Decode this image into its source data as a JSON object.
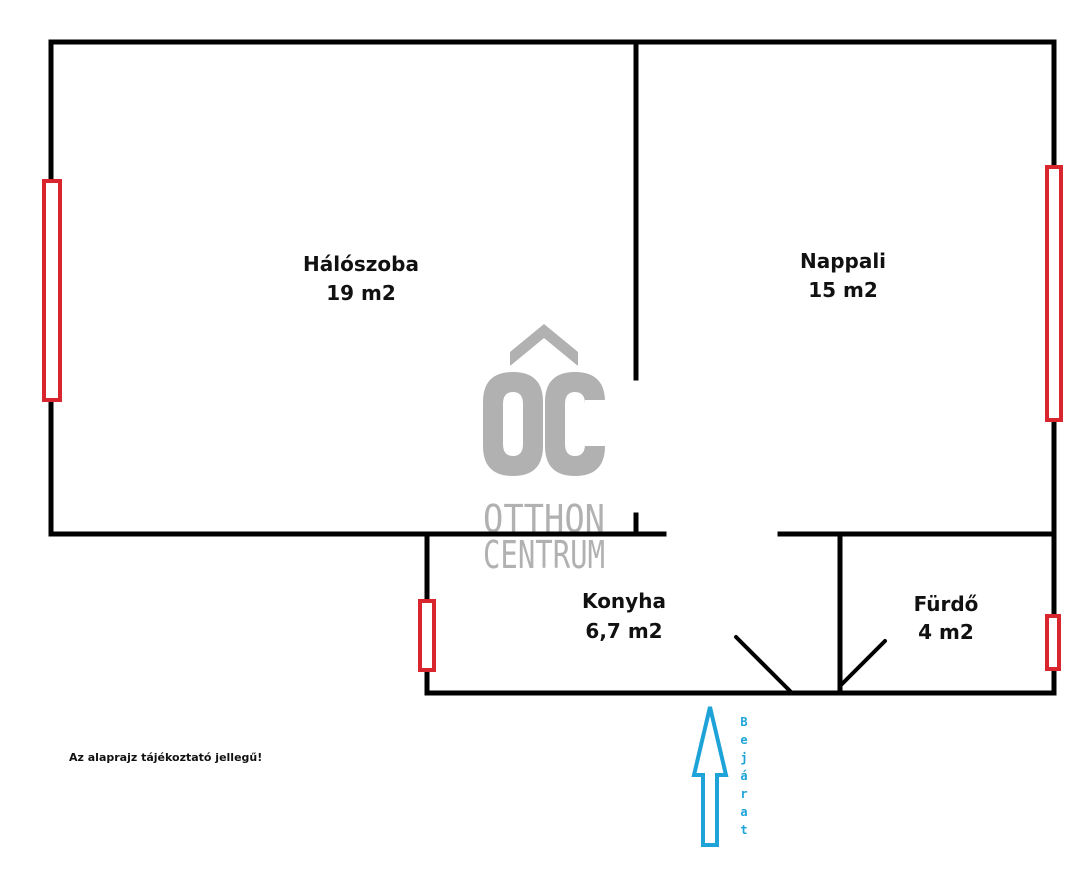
{
  "rooms": {
    "bedroom": {
      "name": "Hálószoba",
      "area": "19 m2"
    },
    "living": {
      "name": "Nappali",
      "area": "15 m2"
    },
    "kitchen": {
      "name": "Konyha",
      "area": "6,7 m2"
    },
    "bathroom": {
      "name": "Fürdő",
      "area": "4 m2"
    }
  },
  "note": "Az alaprajz tájékoztató jellegű!",
  "entrance": {
    "letters": [
      "B",
      "e",
      "j",
      "á",
      "r",
      "a",
      "t"
    ]
  },
  "logo": {
    "monogram": "ÔC",
    "line1": "OTTHON",
    "line2": "CENTRUM"
  },
  "colors": {
    "wall": "#000000",
    "window": "#d9262e",
    "entrance": "#1ea3d8",
    "logo": "#b1b1b1"
  }
}
